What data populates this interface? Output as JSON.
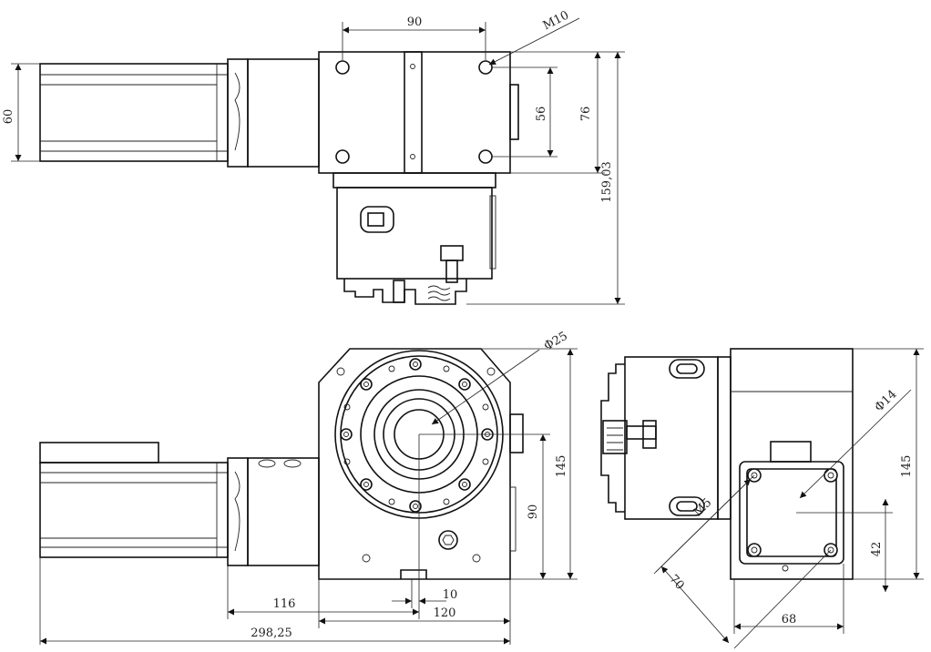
{
  "dimensions": {
    "d90_top": "90",
    "m10": "M10",
    "d60": "60",
    "d56": "56",
    "d76": "76",
    "d159": "159,03",
    "phi25": "Φ25",
    "d145_front": "145",
    "d90_front": "90",
    "d116": "116",
    "d10": "10",
    "d120": "120",
    "d298": "298,25",
    "phi14": "Φ14",
    "m5": "M5",
    "d70": "70",
    "d145_side": "145",
    "d42": "42",
    "d68": "68"
  },
  "colors": {
    "line": "#111111",
    "background": "#ffffff"
  }
}
